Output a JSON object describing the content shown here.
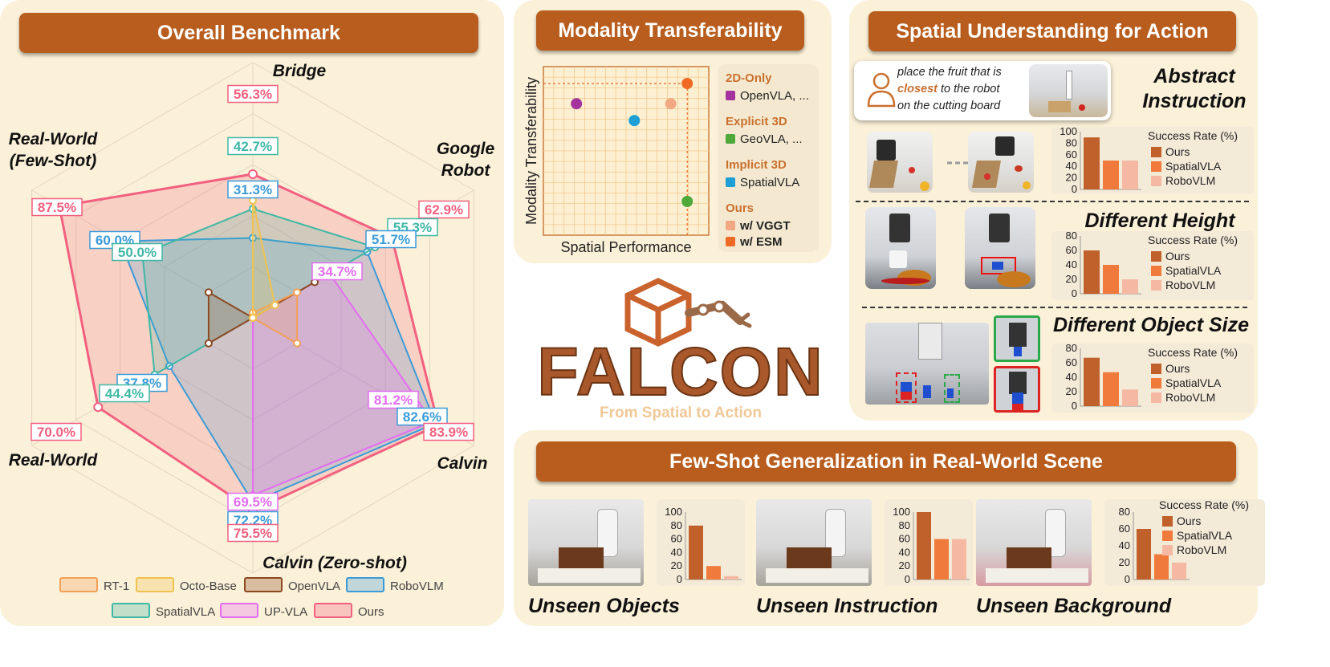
{
  "overall": {
    "title": "Overall Benchmark",
    "chart_data": {
      "type": "radar",
      "axes": [
        "Bridge",
        "Google Robot",
        "Calvin",
        "Calvin (Zero-shot)",
        "Real-World",
        "Real-World (Few-Shot)"
      ],
      "axes_display": [
        [
          "Bridge"
        ],
        [
          "Google",
          "Robot"
        ],
        [
          "Calvin"
        ],
        [
          "Calvin (Zero-shot)"
        ],
        [
          "Real-World"
        ],
        [
          "Real-World",
          "(Few-Shot)"
        ]
      ],
      "series": [
        {
          "name": "RT-1",
          "color": "#f2a057",
          "values": [
            2,
            20,
            20,
            0,
            0,
            0
          ]
        },
        {
          "name": "Octo-Base",
          "color": "#f0c24f",
          "values": [
            46,
            10,
            0,
            0,
            0,
            0
          ]
        },
        {
          "name": "OpenVLA",
          "color": "#8b4a22",
          "values": [
            0,
            28,
            0,
            0,
            20,
            20
          ]
        },
        {
          "name": "RoboVLM",
          "color": "#3a9bd8",
          "values": [
            31.3,
            51.7,
            82.6,
            72.2,
            37.8,
            60.0
          ]
        },
        {
          "name": "SpatialVLA",
          "color": "#3fb8a5",
          "values": [
            42.7,
            55.3,
            0,
            0,
            44.4,
            50.0
          ]
        },
        {
          "name": "UP-VLA",
          "color": "#e36cf0",
          "values": [
            0,
            34.7,
            81.2,
            69.5,
            0,
            0
          ]
        },
        {
          "name": "Ours",
          "color": "#f2607f",
          "values": [
            56.3,
            62.9,
            83.9,
            75.5,
            70.0,
            87.5
          ]
        }
      ],
      "labels": [
        {
          "text": "56.3%",
          "series": "Ours"
        },
        {
          "text": "42.7%",
          "series": "SpatialVLA"
        },
        {
          "text": "31.3%",
          "series": "RoboVLM"
        },
        {
          "text": "62.9%",
          "series": "Ours"
        },
        {
          "text": "55.3%",
          "series": "SpatialVLA"
        },
        {
          "text": "51.7%",
          "series": "RoboVLM"
        },
        {
          "text": "34.7%",
          "series": "UP-VLA"
        },
        {
          "text": "81.2%",
          "series": "UP-VLA"
        },
        {
          "text": "82.6%",
          "series": "RoboVLM"
        },
        {
          "text": "83.9%",
          "series": "Ours"
        },
        {
          "text": "69.5%",
          "series": "UP-VLA"
        },
        {
          "text": "72.2%",
          "series": "RoboVLM"
        },
        {
          "text": "75.5%",
          "series": "Ours"
        },
        {
          "text": "37.8%",
          "series": "RoboVLM"
        },
        {
          "text": "44.4%",
          "series": "SpatialVLA"
        },
        {
          "text": "70.0%",
          "series": "Ours"
        },
        {
          "text": "60.0%",
          "series": "RoboVLM"
        },
        {
          "text": "50.0%",
          "series": "SpatialVLA"
        },
        {
          "text": "87.5%",
          "series": "Ours"
        }
      ],
      "legend": [
        "RT-1",
        "Octo-Base",
        "OpenVLA",
        "RoboVLM",
        "SpatialVLA",
        "UP-VLA",
        "Ours"
      ]
    }
  },
  "modality": {
    "title": "Modality Transferability",
    "chart_data": {
      "type": "scatter",
      "xlabel": "Spatial Performance",
      "ylabel": "Modality Transferability",
      "points": [
        {
          "group": "2D-Only",
          "color": "#a4339d",
          "x": 0.2,
          "y": 0.78
        },
        {
          "group": "Implicit 3D",
          "color": "#1ea0d6",
          "x": 0.55,
          "y": 0.68
        },
        {
          "group": "Ours w/ VGGT",
          "color": "#f2a882",
          "x": 0.77,
          "y": 0.78
        },
        {
          "group": "Ours w/ ESM",
          "color": "#ef6a25",
          "x": 0.87,
          "y": 0.9
        },
        {
          "group": "Explicit 3D",
          "color": "#4fa83a",
          "x": 0.87,
          "y": 0.2
        }
      ]
    },
    "legend": [
      {
        "head": "2D-Only",
        "item": "OpenVLA, ...",
        "color": "#a4339d",
        "bold": false
      },
      {
        "head": "Explicit 3D",
        "item": "GeoVLA, ...",
        "color": "#4fa83a",
        "bold": false
      },
      {
        "head": "Implicit 3D",
        "item": "SpatialVLA",
        "color": "#1ea0d6",
        "bold": false
      },
      {
        "head": "Ours",
        "items": [
          {
            "text": "w/ VGGT",
            "color": "#f2a882"
          },
          {
            "text": "w/ ESM",
            "color": "#ef6a25"
          }
        ]
      }
    ]
  },
  "logo": {
    "name": "FALCON",
    "tagline": "From Spatial to Action"
  },
  "spatial": {
    "title": "Spatial Understanding for Action",
    "instruction": {
      "pre": "place the fruit that is",
      "key": "closest",
      "post1": "to the robot",
      "post2": "on the cutting board"
    },
    "sections": [
      {
        "title": "Abstract Instruction",
        "title_lines": [
          "Abstract",
          "Instruction"
        ],
        "chart_data": {
          "type": "bar",
          "title": "Success Rate (%)",
          "categories": [
            "Ours",
            "SpatialVLA",
            "RoboVLM"
          ],
          "values": [
            90,
            50,
            50
          ],
          "ylim": [
            0,
            100
          ],
          "yticks": [
            0,
            20,
            40,
            60,
            80,
            100
          ]
        }
      },
      {
        "title": "Different Height",
        "title_lines": [
          "Different Height"
        ],
        "chart_data": {
          "type": "bar",
          "title": "Success Rate (%)",
          "categories": [
            "Ours",
            "SpatialVLA",
            "RoboVLM"
          ],
          "values": [
            60,
            40,
            20
          ],
          "ylim": [
            0,
            80
          ],
          "yticks": [
            0,
            20,
            40,
            60,
            80
          ]
        }
      },
      {
        "title": "Different Object Size",
        "title_lines": [
          "Different Object Size"
        ],
        "chart_data": {
          "type": "bar",
          "title": "Success Rate (%)",
          "categories": [
            "Ours",
            "SpatialVLA",
            "RoboVLM"
          ],
          "values": [
            67,
            47,
            23
          ],
          "ylim": [
            0,
            80
          ],
          "yticks": [
            0,
            20,
            40,
            60,
            80
          ]
        }
      }
    ]
  },
  "fewshot": {
    "title": "Few-Shot Generalization in Real-World Scene",
    "legend_title": "Success Rate (%)",
    "legend": [
      "Ours",
      "SpatialVLA",
      "RoboVLM"
    ],
    "panels": [
      {
        "title": "Unseen Objects",
        "chart_data": {
          "type": "bar",
          "categories": [
            "Ours",
            "SpatialVLA",
            "RoboVLM"
          ],
          "values": [
            80,
            20,
            5
          ],
          "ylim": [
            0,
            100
          ],
          "yticks": [
            0,
            20,
            40,
            60,
            80,
            100
          ]
        }
      },
      {
        "title": "Unseen Instruction",
        "chart_data": {
          "type": "bar",
          "categories": [
            "Ours",
            "SpatialVLA",
            "RoboVLM"
          ],
          "values": [
            100,
            60,
            60
          ],
          "ylim": [
            0,
            100
          ],
          "yticks": [
            0,
            20,
            40,
            60,
            80,
            100
          ]
        }
      },
      {
        "title": "Unseen Background",
        "chart_data": {
          "type": "bar",
          "categories": [
            "Ours",
            "SpatialVLA",
            "RoboVLM"
          ],
          "values": [
            60,
            30,
            20
          ],
          "ylim": [
            0,
            80
          ],
          "yticks": [
            0,
            20,
            40,
            60,
            80
          ]
        }
      }
    ]
  },
  "bar_colors": [
    "#c0602a",
    "#ef7a3c",
    "#f5b8a3"
  ]
}
